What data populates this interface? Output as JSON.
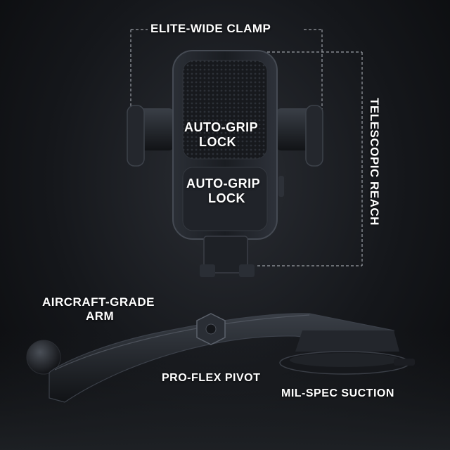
{
  "labels": {
    "clamp": "ELITE-WIDE CLAMP",
    "reach": "TELESCOPIC REACH",
    "grip_top": [
      "AUTO-GRIP",
      "LOCK"
    ],
    "grip_bottom": [
      "AUTO-GRIP",
      "LOCK"
    ],
    "arm": [
      "AIRCRAFT-GRADE",
      "ARM"
    ],
    "pivot": "PRO-FLEX PIVOT",
    "suction": "MIL-SPEC SUCTION"
  },
  "colors": {
    "background": "#15171b",
    "product": "#1c1f24",
    "label_text": "#ffffff",
    "guide_lines": "#9a9ea5"
  }
}
